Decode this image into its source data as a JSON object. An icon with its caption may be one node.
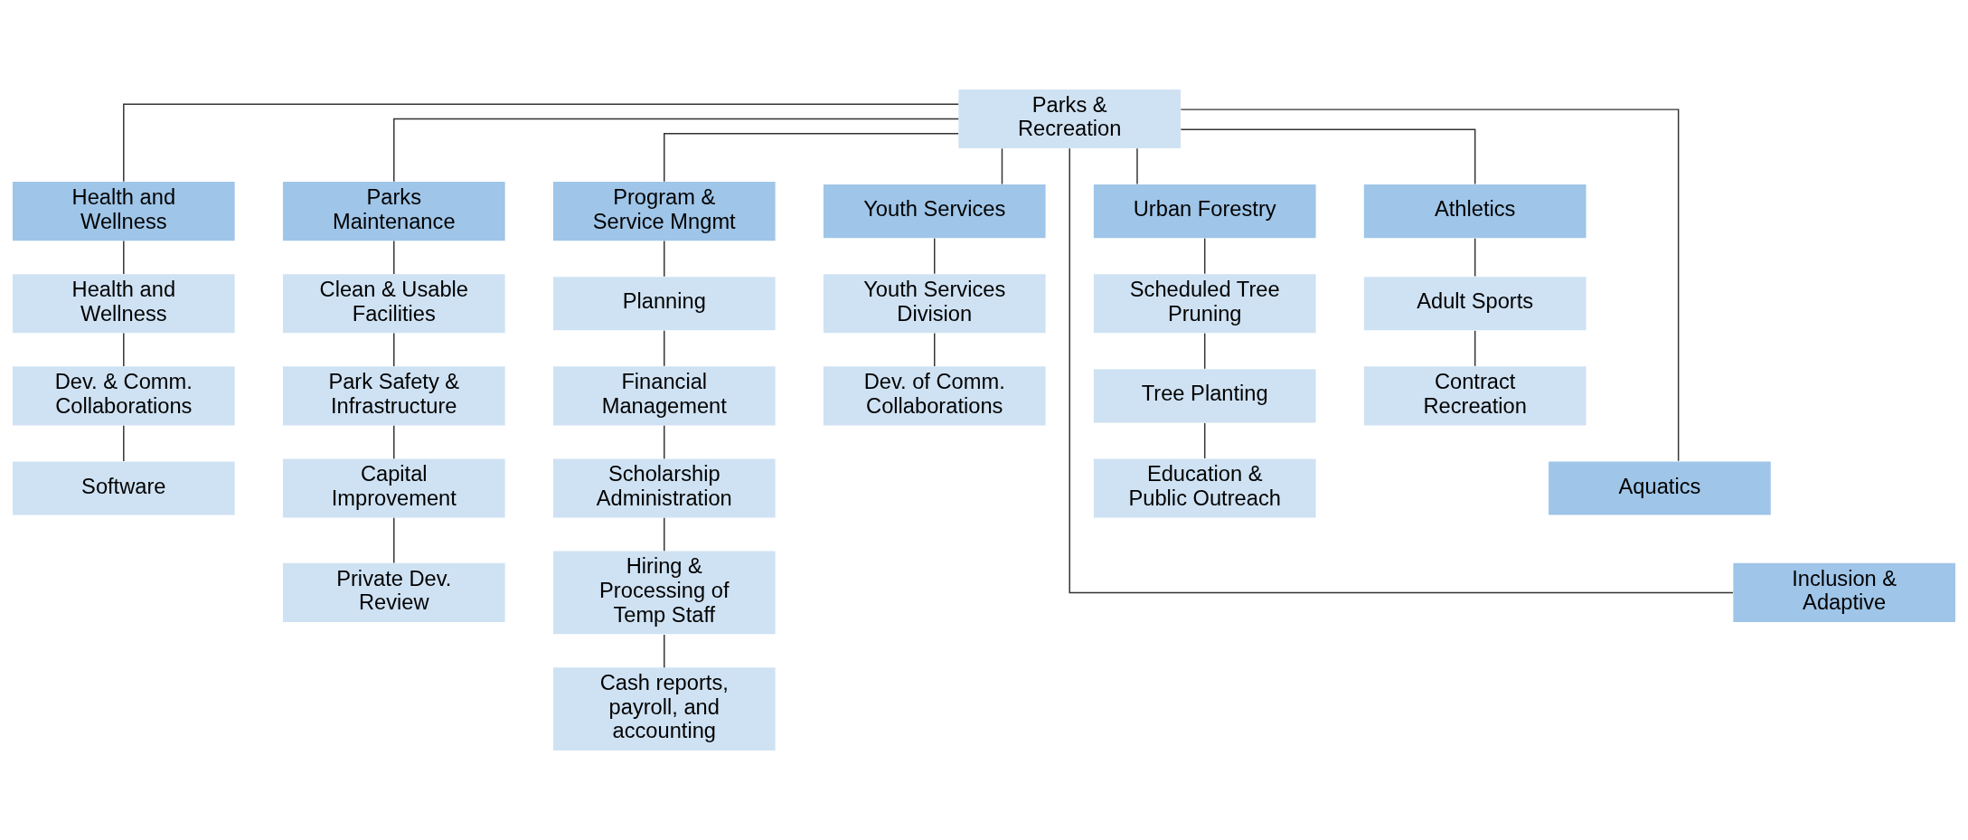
{
  "diagram": {
    "nodes": [
      {
        "text": [
          "Parks & Recreation"
        ]
      },
      {
        "text": [
          "Health and Wellness"
        ]
      },
      {
        "text": [
          "Health and Wellness"
        ]
      },
      {
        "text": [
          "Dev. & Comm. Collaborations"
        ]
      },
      {
        "text": [
          "Software"
        ]
      },
      {
        "text": [
          "Parks Maintenance"
        ]
      },
      {
        "text": [
          "Clean & Usable Facilities"
        ]
      },
      {
        "text": [
          "Park Safety & Infrastructure"
        ]
      },
      {
        "text": [
          "Capital Improvement"
        ]
      },
      {
        "text": [
          "Private Dev. Review"
        ]
      },
      {
        "text": [
          "Program & Service Mngmt"
        ]
      },
      {
        "text": [
          "Planning"
        ]
      },
      {
        "text": [
          "Financial Management"
        ]
      },
      {
        "text": [
          "Scholarship Administration"
        ]
      },
      {
        "text": [
          "Hiring & Processing of Temp Staff"
        ]
      },
      {
        "text": [
          "Cash reports, payroll, and accounting"
        ]
      },
      {
        "text": [
          "Youth Services"
        ]
      },
      {
        "text": [
          "Youth Services Division"
        ]
      },
      {
        "text": [
          "Dev. of Comm. Collaborations"
        ]
      },
      {
        "text": [
          "Urban Forestry"
        ]
      },
      {
        "text": [
          "Scheduled Tree Pruning"
        ]
      },
      {
        "text": [
          "Tree Planting"
        ]
      },
      {
        "text": [
          "Education & Public Outreach"
        ]
      },
      {
        "text": [
          "Athletics"
        ]
      },
      {
        "text": [
          "Adult Sports"
        ]
      },
      {
        "text": [
          "Contract Recreation"
        ]
      },
      {
        "text": [
          "Aquatics"
        ]
      },
      {
        "text": [
          "Inclusion & Adaptive"
        ]
      }
    ],
    "edges": [
      {
        "from": 0,
        "to": 1,
        "arrow": "none"
      },
      {
        "from": 0,
        "to": 5,
        "arrow": "none"
      },
      {
        "from": 0,
        "to": 10,
        "arrow": "none"
      },
      {
        "from": 0,
        "to": 16,
        "arrow": "none"
      },
      {
        "from": 0,
        "to": 19,
        "arrow": "none"
      },
      {
        "from": 0,
        "to": 23,
        "arrow": "none"
      },
      {
        "from": 0,
        "to": 26,
        "arrow": "none"
      },
      {
        "from": 0,
        "to": 27,
        "arrow": "none"
      },
      {
        "from": 1,
        "to": 2,
        "arrow": "none"
      },
      {
        "from": 2,
        "to": 3,
        "arrow": "none"
      },
      {
        "from": 3,
        "to": 4,
        "arrow": "none"
      },
      {
        "from": 5,
        "to": 6,
        "arrow": "none"
      },
      {
        "from": 6,
        "to": 7,
        "arrow": "none"
      },
      {
        "from": 7,
        "to": 8,
        "arrow": "none"
      },
      {
        "from": 8,
        "to": 9,
        "arrow": "none"
      },
      {
        "from": 10,
        "to": 11,
        "arrow": "none"
      },
      {
        "from": 11,
        "to": 12,
        "arrow": "none"
      },
      {
        "from": 12,
        "to": 13,
        "arrow": "none"
      },
      {
        "from": 13,
        "to": 14,
        "arrow": "none"
      },
      {
        "from": 14,
        "to": 15,
        "arrow": "none"
      },
      {
        "from": 16,
        "to": 17,
        "arrow": "none"
      },
      {
        "from": 17,
        "to": 18,
        "arrow": "none"
      },
      {
        "from": 19,
        "to": 20,
        "arrow": "none"
      },
      {
        "from": 20,
        "to": 21,
        "arrow": "none"
      },
      {
        "from": 21,
        "to": 22,
        "arrow": "none"
      },
      {
        "from": 23,
        "to": 24,
        "arrow": "none"
      },
      {
        "from": 24,
        "to": 25,
        "arrow": "none"
      }
    ]
  }
}
